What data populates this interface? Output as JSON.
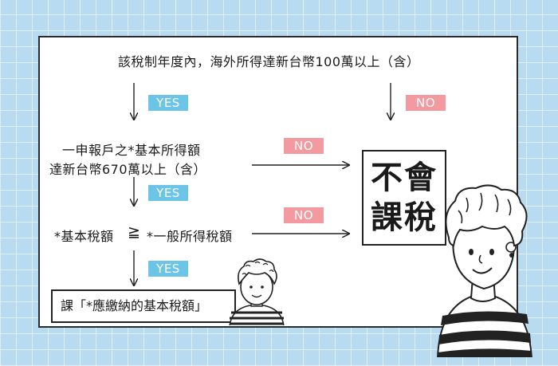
{
  "diagram": {
    "top_condition": "該稅制年度內，海外所得達新台幣100萬以上（含）",
    "condition2": {
      "line1": "一申報戶之*基本所得額",
      "line2": "達新台幣670萬以上（含）"
    },
    "condition3": {
      "left": "*基本稅額",
      "operator": "≧",
      "right": "*一般所得稅額"
    },
    "yes_label": "YES",
    "no_label": "NO",
    "result_no_tax": {
      "line1": "不會",
      "line2": "課稅"
    },
    "result_tax": "課「*應繳納的基本稅額」"
  },
  "colors": {
    "background": "#b9dbf2",
    "yes": "#6cc4e6",
    "no": "#f39aa1"
  }
}
